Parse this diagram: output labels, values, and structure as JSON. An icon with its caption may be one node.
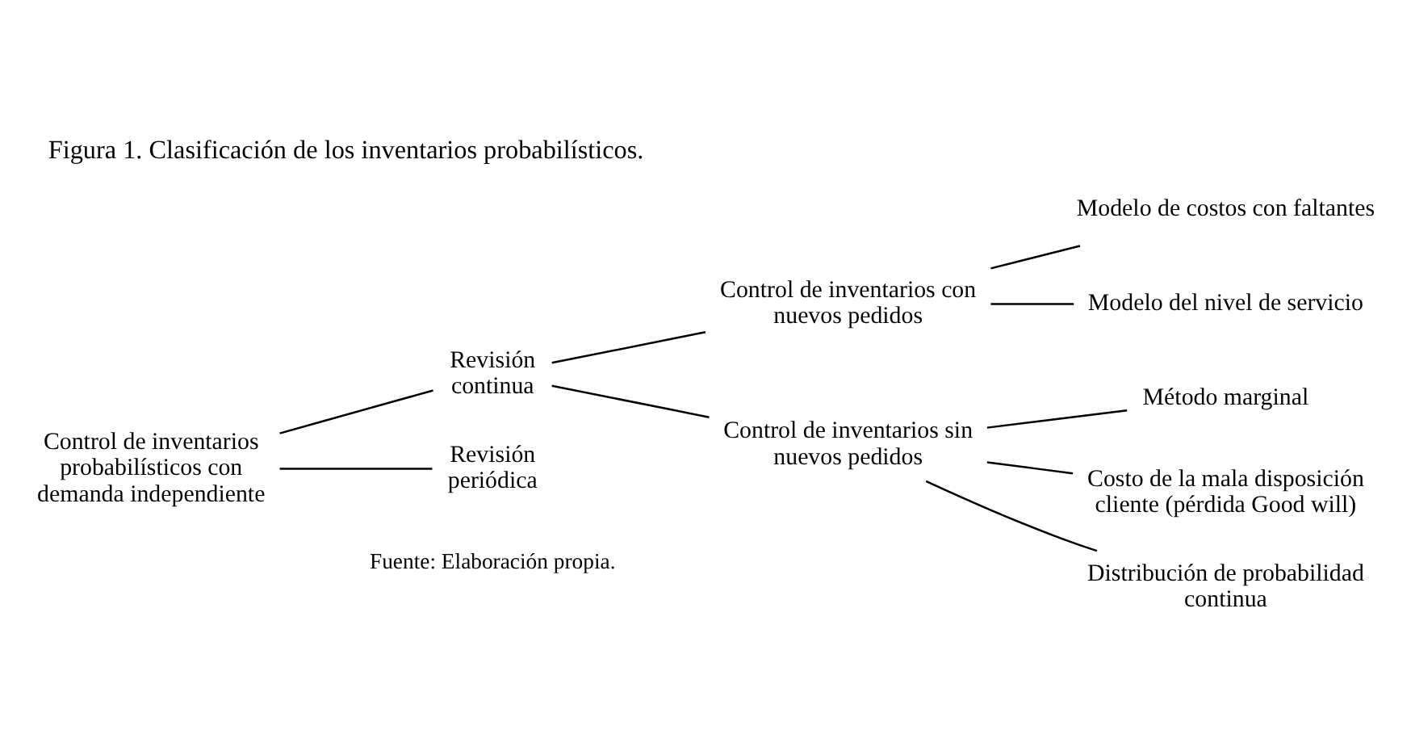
{
  "diagram": {
    "title": "Figura 1. Clasificación de los inventarios probabilísticos.",
    "caption": "Fuente: Elaboración propia.",
    "nodes": [
      {
        "text": [
          "Control de inventarios probabilísticos con demanda independiente"
        ]
      },
      {
        "text": [
          "Revisión continua"
        ]
      },
      {
        "text": [
          "Control de inventarios con nuevos pedidos"
        ]
      },
      {
        "text": [
          "Modelo de costos con faltantes"
        ]
      },
      {
        "text": [
          "Modelo del nivel de servicio"
        ]
      },
      {
        "text": [
          "Control de inventarios sin nuevos pedidos"
        ]
      },
      {
        "text": [
          "Método marginal"
        ]
      },
      {
        "text": [
          "Costo de la mala disposición cliente (pérdida Good will)"
        ]
      },
      {
        "text": [
          "Distribución de probabilidad continua"
        ]
      },
      {
        "text": [
          "Revisión periódica"
        ]
      }
    ],
    "edges": [
      {
        "from": 0,
        "to": 1,
        "arrow": "none"
      },
      {
        "from": 0,
        "to": 9,
        "arrow": "none"
      },
      {
        "from": 1,
        "to": 2,
        "arrow": "none"
      },
      {
        "from": 1,
        "to": 5,
        "arrow": "none"
      },
      {
        "from": 2,
        "to": 3,
        "arrow": "none"
      },
      {
        "from": 2,
        "to": 4,
        "arrow": "none"
      },
      {
        "from": 5,
        "to": 6,
        "arrow": "none"
      },
      {
        "from": 5,
        "to": 7,
        "arrow": "none"
      },
      {
        "from": 5,
        "to": 8,
        "arrow": "none"
      }
    ]
  }
}
